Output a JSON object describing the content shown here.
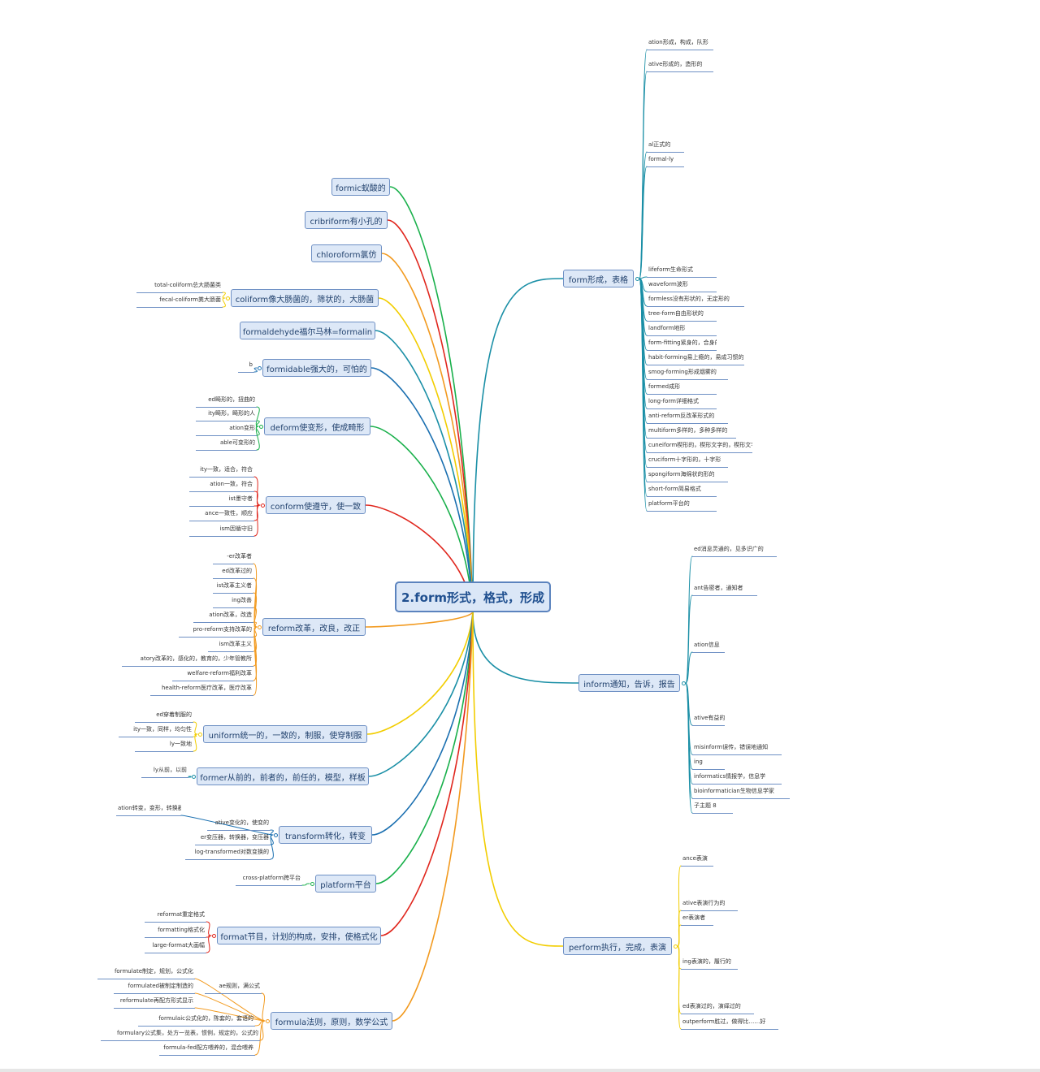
{
  "root": "2.form形式，格式，形成",
  "left": [
    {
      "label": "formic蚁酸的",
      "color": "#19b04b",
      "leaves": []
    },
    {
      "label": "cribriform有小孔的",
      "color": "#e0261d",
      "leaves": []
    },
    {
      "label": "chloroform氯仿",
      "color": "#f29a1f",
      "leaves": []
    },
    {
      "label": "coliform像大肠菌的，筛状的，大肠菌",
      "color": "#f2cd00",
      "leaves": [
        "fecal-coliform粪大肠菌",
        "total-coliform总大肠菌类"
      ]
    },
    {
      "label": "formaldehyde福尔马林=formalin",
      "color": "#1a8fa6",
      "leaves": []
    },
    {
      "label": "formidable强大的，可怕的",
      "color": "#1a6fb0",
      "leaves": [
        "b"
      ]
    },
    {
      "label": "deform使变形，使成畸形",
      "color": "#19b04b",
      "leaves": [
        "ed畸形的，扭曲的",
        "ity畸形，畸形的人",
        "ation变形",
        "able可变形的"
      ]
    },
    {
      "label": "conform使遵守，使一致",
      "color": "#e0261d",
      "leaves": [
        "ity一致，适合，符合",
        "ation一致，符合",
        "ist墨守者",
        "ance一致性，顺应",
        "ism因循守旧"
      ]
    },
    {
      "label": "reform改革，改良，改正",
      "color": "#f29a1f",
      "leaves": [
        "-er改革者",
        "ed改革过的",
        "ist改革主义者",
        "ing改善",
        "ation改革，改造",
        "pro-reform支持改革的",
        "ism改革主义",
        "atory改革的，感化的，教育的，少年管教所",
        "welfare-reform福利改革",
        "health-reform医疗改革，医疗改革"
      ]
    },
    {
      "label": "uniform统一的，一致的，制服，使穿制服",
      "color": "#f2cd00",
      "leaves": [
        "ed穿着制服的",
        "ity一致，同样，均匀性",
        "ly一致地"
      ]
    },
    {
      "label": "former从前的，前者的，前任的，模型，样板",
      "color": "#1a8fa6",
      "leaves": [
        "ly从前，以前"
      ]
    },
    {
      "label": "transform转化，转变",
      "color": "#1a6fb0",
      "leaves": [
        "ation转变，变形，转换器",
        "ative变化的，使变的",
        "er变压器，转换器，变压器",
        "log-transformed对数变换的"
      ]
    },
    {
      "label": "platform平台",
      "color": "#19b04b",
      "leaves": [
        "cross-platform跨平台"
      ]
    },
    {
      "label": "format节目，计划的构成，安排，使格式化",
      "color": "#e0261d",
      "leaves": [
        "reformat重定格式",
        "formatting格式化",
        "large-format大画幅"
      ]
    },
    {
      "label": "formula法则，原则，数学公式",
      "color": "#f29a1f",
      "leaves": [
        "ae规则，满公式",
        "formulate制定，规划，公式化",
        "formulated被制定制造的",
        "reformulate再配方形式显示",
        "formulaic公式化的，陈套的，套语的",
        "formulary公式集，处方一览表，惯例，规定的，公式的",
        "formula-fed配方喂养的，混合喂养"
      ]
    }
  ],
  "right": [
    {
      "label": "form形成，表格",
      "color": "#1a8fa6",
      "leaves": [
        "ation形成，构成，队形",
        "ative形成的，造形的",
        "al正式的",
        "formal-ly",
        "lifeform生命形式",
        "waveform波形",
        "formless没有形状的，无定形的",
        "tree-form自由形状的",
        "landform地形",
        "form-fitting紧身的，合身的",
        "habit-forming易上瘾的，易成习惯的",
        "smog-forming形成烟雾的",
        "formed成形",
        "long-form详细格式",
        "anti-reform反改革形式的",
        "multiform多样的，多种多样的",
        "cuneiform楔形的，楔形文字的，楔形文字",
        "cruciform十字形的，十字形",
        "spongiform海绵状的形的",
        "short-form简易格式",
        "platform平台的"
      ]
    },
    {
      "label": "inform通知，告诉，报告",
      "color": "#1a8fa6",
      "leaves": [
        "ed消息灵通的，见多识广的",
        "ant告密者，通知者",
        "ation信息",
        "ative有益的",
        "misinform误传，错误地通知",
        "ing",
        "informatics情报学，信息学",
        "bioinformatician生物信息学家",
        "子主题 8"
      ]
    },
    {
      "label": "perform执行，完成，表演",
      "color": "#f2cd00",
      "leaves": [
        "ance表演",
        "ative表演行为的",
        "er表演者",
        "ing表演的，履行的",
        "ed表演过的，演绎过的",
        "outperform胜过，做得比……好"
      ]
    }
  ]
}
